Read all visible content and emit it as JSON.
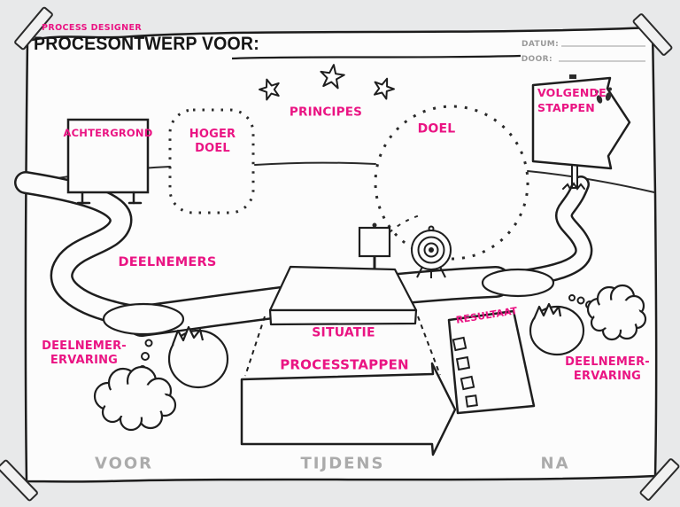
{
  "header": {
    "app_label": "PROCESS DESIGNER",
    "title": "PROCESONTWERP VOOR:",
    "datum_label": "DATUM:",
    "door_label": "DOOR:"
  },
  "zones": {
    "achtergrond": {
      "label": "ACHTERGROND"
    },
    "hoger_doel": {
      "label_line1": "HOGER",
      "label_line2": "DOEL"
    },
    "principes": {
      "label": "PRINCIPES"
    },
    "doel": {
      "label": "DOEL"
    },
    "volgende_stappen": {
      "label_line1": "VOLGENDE",
      "label_line2": "STAPPEN"
    },
    "deelnemers": {
      "label": "DEELNEMERS"
    },
    "deelnemer_ervaring_voor": {
      "label_line1": "DEELNEMER-",
      "label_line2": "ERVARING"
    },
    "situatie": {
      "label": "SITUATIE"
    },
    "processtappen": {
      "label": "PROCESSTAPPEN"
    },
    "resultaat": {
      "label": "RESULTAAT"
    },
    "deelnemer_ervaring_na": {
      "label_line1": "DEELNEMER-",
      "label_line2": "ERVARING"
    }
  },
  "timeline": {
    "voor": "VOOR",
    "tijdens": "TIJDENS",
    "na": "NA"
  },
  "icons": [
    "tape-icon",
    "star-icon",
    "footprints-icon",
    "target-icon",
    "checkbox-icon",
    "thought-dots-icon"
  ],
  "colors": {
    "accent": "#ea1483",
    "ink": "#1e1e1e",
    "paper": "#fcfcfc",
    "background": "#e8e9ea",
    "muted_text": "#a9a9a9",
    "field_line": "#cccccc"
  }
}
